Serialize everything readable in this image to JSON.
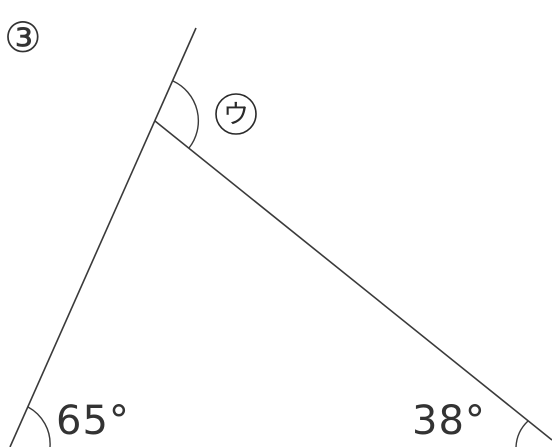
{
  "problem_number": "③",
  "angle_u_label": "ウ",
  "angle_bottom_left": "65°",
  "angle_bottom_right": "38°",
  "colors": {
    "line": "#3a3a3a",
    "text": "#333333",
    "background": "#ffffff"
  }
}
